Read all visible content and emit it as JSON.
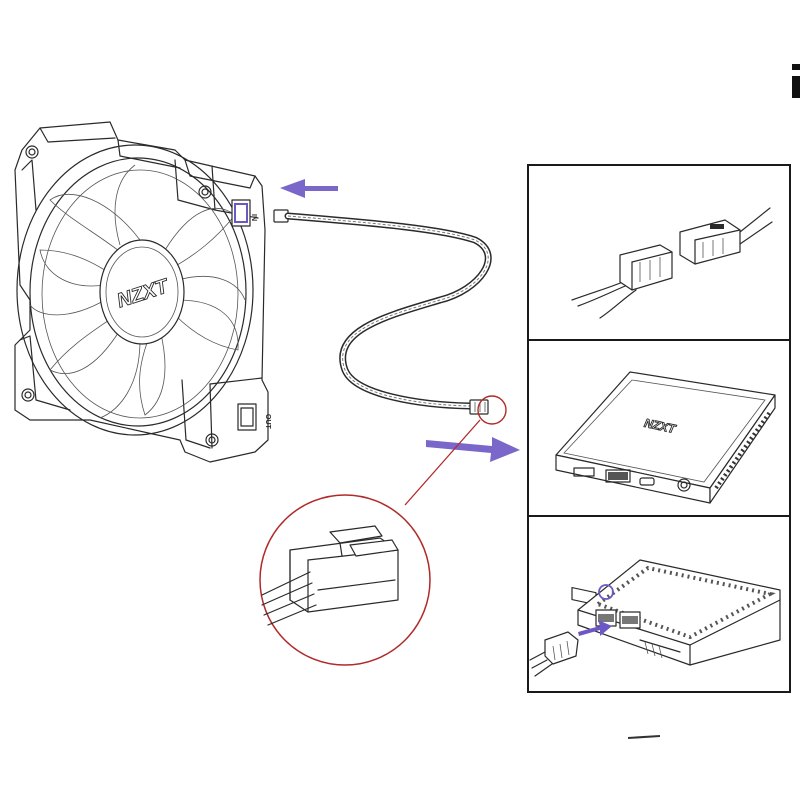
{
  "fan": {
    "logo": "NZXT",
    "port_in_label": "IN",
    "port_out_label": "OUT"
  },
  "panels": {
    "hub_logo": "NZXT"
  },
  "colors": {
    "accent_arrow": "#7a67c9",
    "callout_line": "#b12a2a",
    "highlight": "#6d57c4",
    "ink": "#2a2a2a"
  },
  "icons": {
    "flow_arrow": "arrow-left / arrow-right",
    "callout": "magnifier-circle"
  }
}
